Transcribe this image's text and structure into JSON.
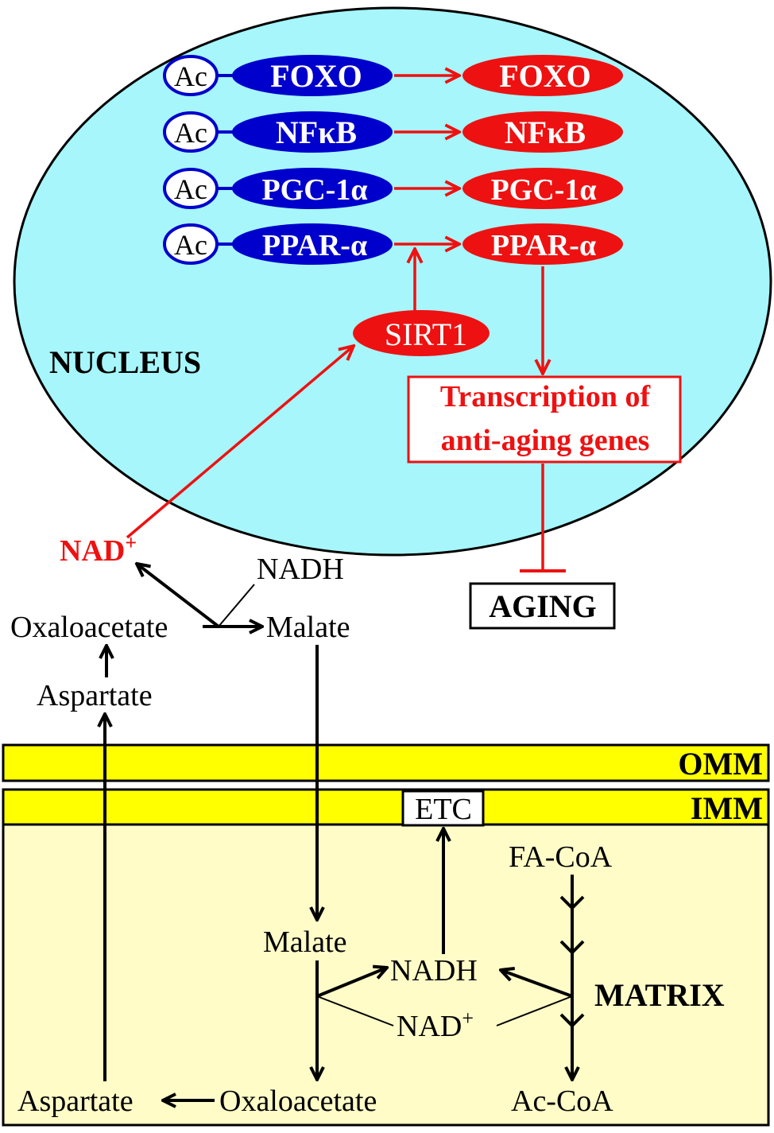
{
  "colors": {
    "nucleus_fill": "#a6f6fb",
    "acetylated_fill": "#0000cc",
    "deacetylated_fill": "#ee1111",
    "red_text": "#ee1111",
    "membrane_fill": "#ffff00",
    "matrix_fill": "#fffcc8",
    "black": "#000000"
  },
  "nucleus": {
    "label": "NUCLEUS",
    "acetyl_tag": "Ac",
    "factors": [
      {
        "acetylated": "FOXO",
        "deacetylated": "FOXO"
      },
      {
        "acetylated": "NFκB",
        "deacetylated": "NFκB"
      },
      {
        "acetylated": "PGC-1α",
        "deacetylated": "PGC-1α"
      },
      {
        "acetylated": "PPAR-α",
        "deacetylated": "PPAR-α"
      }
    ],
    "sirt1": "SIRT1",
    "transcription_line1": "Transcription of",
    "transcription_line2": "anti-aging genes"
  },
  "aging": "AGING",
  "cytosol": {
    "nad_plus": "NAD",
    "nad_plus_sup": "+",
    "nadh": "NADH",
    "oxaloacetate": "Oxaloacetate",
    "malate": "Malate",
    "aspartate": "Aspartate"
  },
  "membranes": {
    "omm": "OMM",
    "imm": "IMM",
    "etc": "ETC"
  },
  "matrix": {
    "label": "MATRIX",
    "fa_coa": "FA-CoA",
    "malate": "Malate",
    "nadh": "NADH",
    "nad_plus": "NAD",
    "nad_plus_sup": "+",
    "oxaloacetate": "Oxaloacetate",
    "aspartate": "Aspartate",
    "ac_coa": "Ac-CoA"
  }
}
